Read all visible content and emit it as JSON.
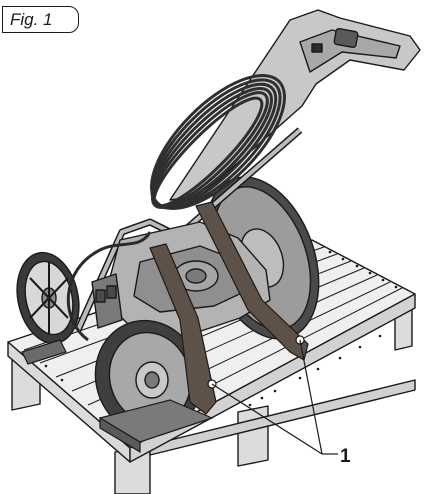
{
  "figure": {
    "label": "Fig. 1",
    "callout": "1"
  },
  "colors": {
    "ink": "#1a1a1a",
    "pallet": "#ececec",
    "body": "#b5b5b5",
    "body_dark": "#7d7d7d",
    "tire": "#3a3a3a",
    "strap": "#5e5148",
    "cable": "#3c3c3c"
  },
  "icons": [
    "pallet-illustration",
    "pressure-washer-illustration",
    "strap-illustration"
  ]
}
